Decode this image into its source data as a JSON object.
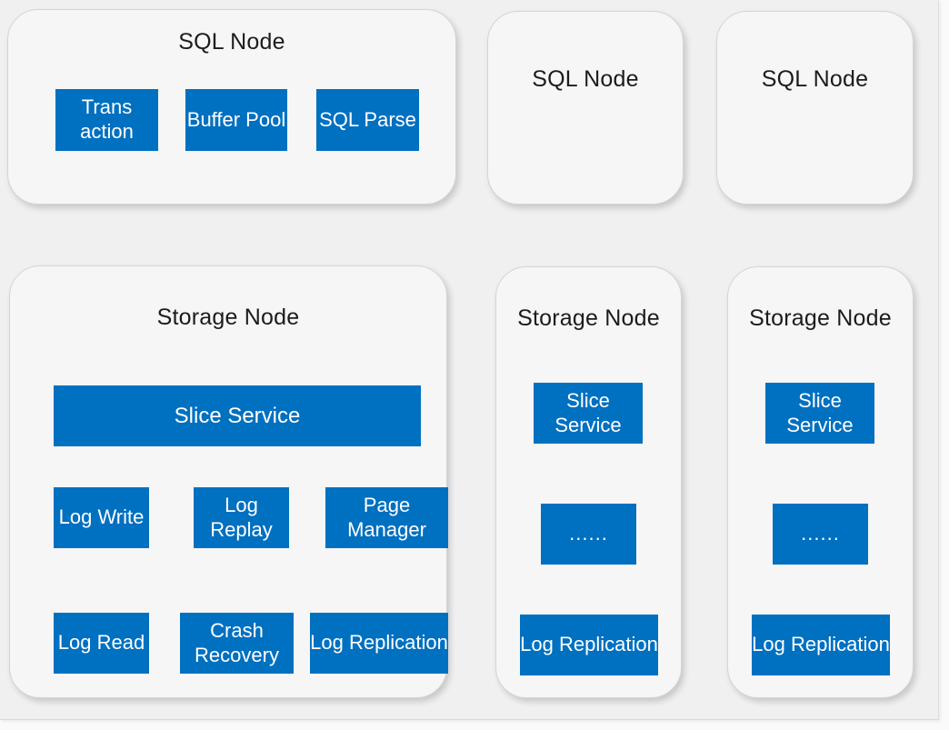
{
  "colors": {
    "block_blue": "#0070c0",
    "canvas_bg": "#f0f0f1",
    "node_bg": "#f6f6f6"
  },
  "sql_nodes": [
    {
      "title": "SQL Node",
      "blocks": [
        "Trans action",
        "Buffer Pool",
        "SQL Parse"
      ]
    },
    {
      "title": "SQL Node"
    },
    {
      "title": "SQL Node"
    }
  ],
  "storage_nodes": [
    {
      "title": "Storage Node",
      "slice_service": "Slice Service",
      "row1": [
        "Log Write",
        "Log Replay",
        "Page Manager"
      ],
      "row2": [
        "Log Read",
        "Crash Recovery",
        "Log Replication"
      ]
    },
    {
      "title": "Storage Node",
      "blocks": [
        "Slice Service",
        "......",
        "Log Replication"
      ]
    },
    {
      "title": "Storage Node",
      "blocks": [
        "Slice Service",
        "......",
        "Log Replication"
      ]
    }
  ]
}
